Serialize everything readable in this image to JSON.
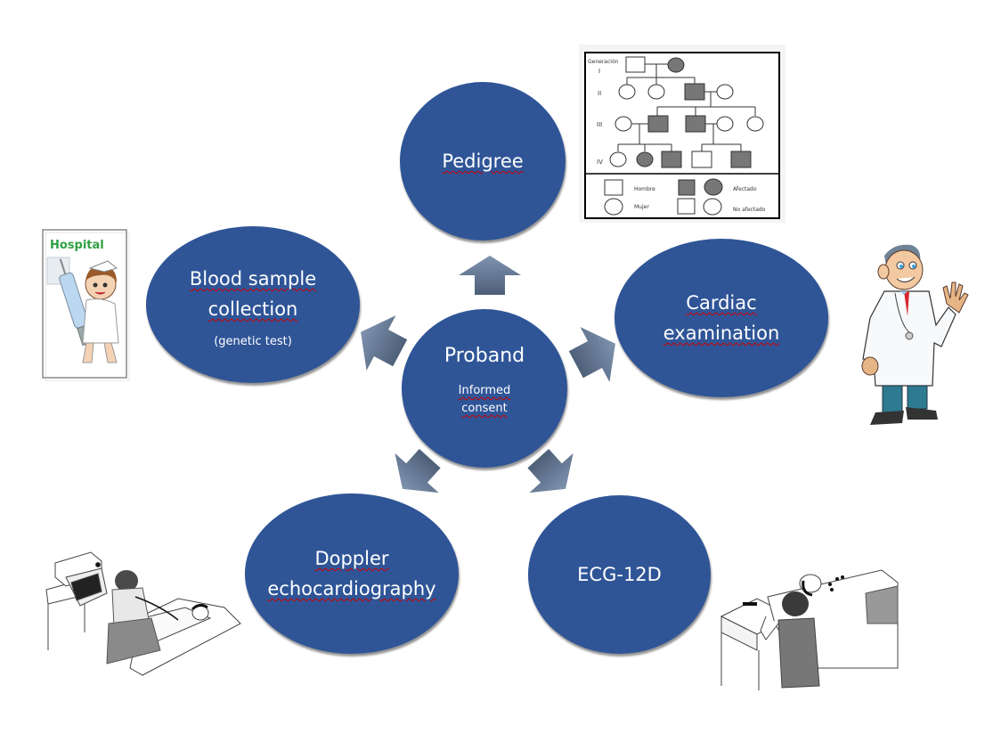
{
  "diagram": {
    "center": {
      "title": "Proband",
      "subtitle_line1": "Informed",
      "subtitle_line2": "consent"
    },
    "nodes": [
      {
        "id": "pedigree",
        "title_line1": "Pedigree"
      },
      {
        "id": "cardiac-examination",
        "title_line1": "Cardiac",
        "title_line2": "examination"
      },
      {
        "id": "ecg",
        "title_line1": "ECG-12D"
      },
      {
        "id": "doppler",
        "title_line1": "Doppler",
        "title_line2": "echocardiography"
      },
      {
        "id": "blood-sample",
        "title_line1": "Blood sample",
        "title_line2": "collection",
        "subtitle": "(genetic test)"
      }
    ],
    "colors": {
      "node_fill": "#2f5597",
      "node_text": "#ffffff",
      "arrow_light": "#7f93b0",
      "arrow_dark": "#4e5f78"
    }
  },
  "pedigree_chart": {
    "header": "Generación",
    "generations": [
      "I",
      "II",
      "III",
      "IV"
    ],
    "legend": {
      "male": "Hombre",
      "female": "Mujer",
      "affected": "Afectado",
      "unaffected": "No afectado"
    }
  },
  "illustrations": {
    "hospital_card_label": "Hospital"
  }
}
